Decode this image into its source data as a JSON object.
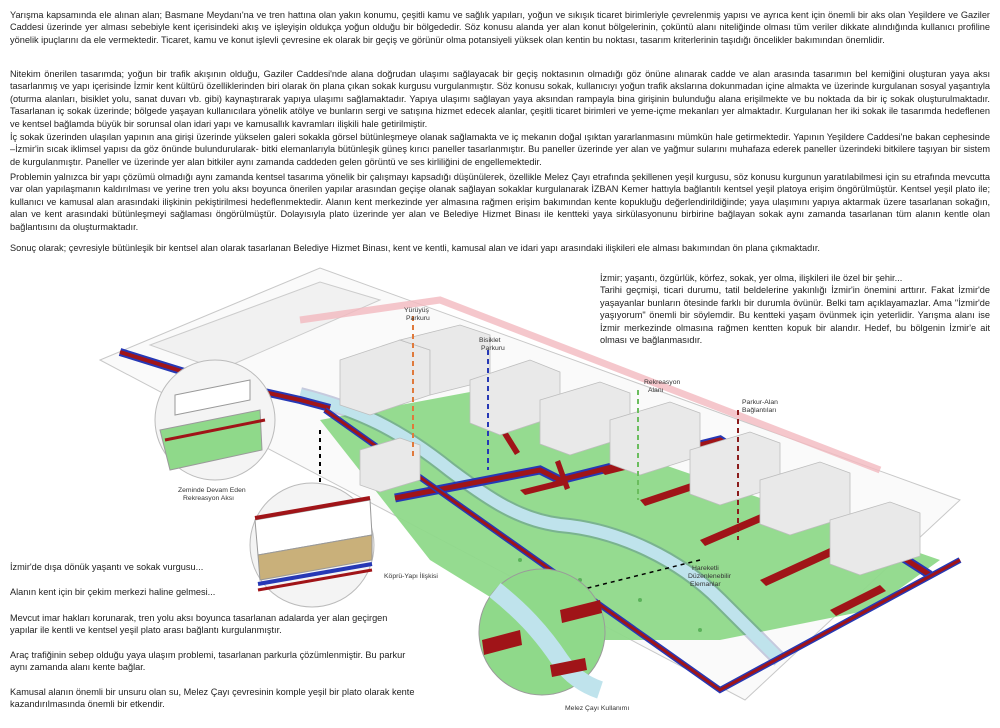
{
  "paragraphs": [
    "Yarışma kapsamında ele alınan alan; Basmane Meydanı'na ve tren hattına olan yakın konumu, çeşitli kamu ve sağlık yapıları, yoğun ve sıkışık ticaret birimleriyle çevrelenmiş yapısı ve ayrıca kent için önemli bir aks olan Yeşildere ve Gaziler Caddesi üzerinde yer alması sebebiyle kent içerisindeki akış ve işleyişin oldukça yoğun olduğu bir bölgededir. Söz konusu alanda yer alan konut bölgelerinin, çoküntü alanı niteliğinde olması tüm veriler dikkate alındığında kullanıcı profiline yönelik ipuçlarını da ele vermektedir. Ticaret, kamu ve konut işlevli çevresine ek olarak bir geçiş ve görünür olma potansiyeli yüksek olan kentin bu noktası, tasarım kriterlerinin taşıdığı öncelikler bakımından önemlidir.",
    "Nitekim önerilen tasarımda; yoğun bir trafik akışının olduğu, Gaziler Caddesi'nde alana doğrudan ulaşımı sağlayacak bir geçiş noktasının olmadığı göz önüne alınarak cadde ve alan arasında tasarımın bel kemiğini oluşturan yaya aksı tasarlanmış ve yapı içerisinde İzmir kent kültürü özelliklerinden biri olarak ön plana çıkan sokak kurgusu vurgulanmıştır. Söz konusu sokak, kullanıcıyı yoğun trafik akslarına dokunmadan içine almakta ve üzerinde kurgulanan sosyal yaşantıyla (oturma alanları, bisiklet yolu, sanat duvarı vb. gibi) kaynaştırarak yapıya ulaşımı sağlamaktadır. Yapıya ulaşımı sağlayan yaya aksından rampayla bina girişinin bulunduğu alana erişilmekte ve bu noktada da bir iç sokak oluşturulmaktadır. Tasarlanan iç sokak üzerinde; bölgede yaşayan kullanıcılara yönelik atölye ve bunların sergi ve satışına hizmet edecek alanlar, çeşitli ticaret birimleri ve yeme-içme mekanları yer almaktadır. Kurgulanan her iki sokak ile tasarımda hedeflenen ve kentsel bağlamda büyük bir sorunsal olan idari yapı ve kamusallık kavramları ilişkili hale getirilmiştir.",
    "İç sokak üzerinden ulaşılan yapının ana girişi üzerinde yükselen galeri sokakla görsel bütünleşmeye olanak sağlamakta ve iç mekanın doğal ışıktan yararlanmasını mümkün hale getirmektedir. Yapının Yeşildere Caddesi'ne bakan cephesinde –İzmir'in sıcak iklimsel yapısı da göz önünde bulundurularak- bitki elemanlarıyla bütünleşik güneş kırıcı paneller tasarlanmıştır. Bu paneller üzerinde yer alan ve yağmur sularını muhafaza ederek paneller üzerindeki bitkilere taşıyan bir sistem de kurgulanmıştır. Paneller ve üzerinde yer alan bitkiler aynı zamanda caddeden gelen görüntü ve ses kirliliğini de engellemektedir.",
    "Problemin yalnızca bir yapı çözümü olmadığı aynı zamanda kentsel tasarıma yönelik bir çalışmayı kapsadığı düşünülerek, özellikle Melez Çayı etrafında şekillenen yeşil kurgusu, söz konusu kurgunun yaratılabilmesi için su etrafında mevcutta var olan yapılaşmanın kaldırılması ve yerine tren yolu aksı boyunca önerilen yapılar arasından geçişe olanak sağlayan sokaklar kurgulanarak İZBAN Kemer hattıyla bağlantılı kentsel yeşil platoya erişim öngörülmüştür. Kentsel yeşil plato ile; kullanıcı ve kamusal alan arasındaki ilişkinin pekiştirilmesi hedeflenmektedir. Alanın kent merkezinde yer almasına rağmen erişim bakımından kente kopukluğu değerlendirildiğinde; yaya ulaşımını yapıya aktarmak üzere tasarlanan sokağın, alan ve kent arasındaki bütünleşmeyi sağlaması öngörülmüştür. Dolayısıyla plato üzerinde yer alan ve Belediye Hizmet Binası ile kentteki yaya sirkülasyonunu birbirine bağlayan sokak aynı zamanda tasarlanan tüm alanın kentle olan bağlantısını da oluşturmaktadır.",
    "Sonuç olarak; çevresiyle bütünleşik bir kentsel alan olarak tasarlanan Belediye Hizmet Binası, kent ve kentli, kamusal alan ve idari yapı arasındaki ilişkileri ele alması bakımından ön plana çıkmaktadır."
  ],
  "right_text": [
    "İzmir; yaşantı, özgürlük, körfez, sokak, yer olma, ilişkileri ile özel bir şehir...",
    "Tarihi geçmişi, ticari durumu, tatil beldelerine yakınlığı İzmir'in önemini arttırır. Fakat İzmir'de yaşayanlar bunların ötesinde farklı bir durumla övünür. Belki tam açıklayamazlar. Ama \"İzmir'de yaşıyorum\" önemli bir söylemdir. Bu kentteki yaşam övünmek için yeterlidir. Yarışma alanı ise İzmir merkezinde olmasına rağmen kentten kopuk bir alandır. Hedef, bu bölgenin İzmir'e ait olması ve bağlanmasıdır."
  ],
  "bottom_text": [
    "İzmir'de dışa dönük yaşantı ve sokak vurgusu...",
    "Alanın kent için bir çekim merkezi haline gelmesi...",
    "Mevcut imar hakları korunarak, tren yolu aksı boyunca tasarlanan adalarda yer alan geçirgen yapılar ile kentli ve kentsel yeşil plato arası bağlantı kurgulanmıştır.",
    "Araç trafiğinin sebep olduğu yaya ulaşım problemi, tasarlanan parkurla çözümlenmiştir. Bu parkur aynı zamanda alanı kente bağlar.",
    "Kamusal alanın önemli bir unsuru olan su, Melez Çayı çevresinin komple yeşil bir plato olarak kente kazandırılmasında önemli bir etkendir."
  ],
  "labels": {
    "yuruyus": [
      "Yürüyüş",
      "Parkuru"
    ],
    "bisiklet": [
      "Bisiklet",
      "Parkuru"
    ],
    "rekreasyon": [
      "Rekreasyon",
      "Alanı"
    ],
    "parkur": [
      "Parkur-Alan",
      "Bağlantıları"
    ],
    "zemin": [
      "Zeminde Devam Eden",
      "Rekreasyon Aksı"
    ],
    "kopru": "Köprü-Yapı İlişkisi",
    "hareketli": [
      "Hareketli",
      "Düzenlenebilir",
      "Elemanlar"
    ],
    "melez": "Melez Çayı Kullanımı"
  },
  "colors": {
    "green": "#8fd98a",
    "red": "#a01418",
    "blue": "#2638b5",
    "water": "#bfe3ec",
    "orange": "#e07a3c"
  }
}
